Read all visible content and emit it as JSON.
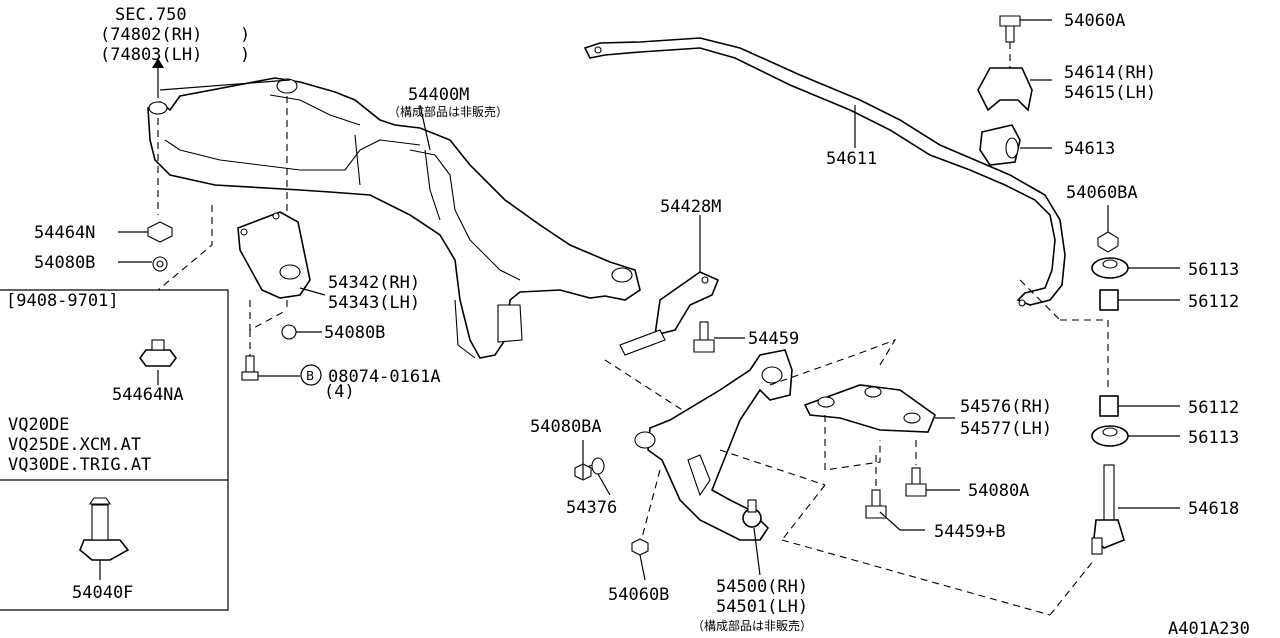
{
  "labels": {
    "sec750": "SEC.750",
    "sec750_rh": "(74802(RH)",
    "sec750_lh": "(74803(LH)",
    "p54400m": "54400M",
    "note_not_sold_1": "（構成部品は非販売）",
    "p54464n": "54464N",
    "p54080b_1": "54080B",
    "range": "[9408-9701]",
    "p54464na": "54464NA",
    "engines_1": "VQ20DE",
    "engines_2": "VQ25DE.XCM.AT",
    "engines_3": "VQ30DE.TRIG.AT",
    "p54040f": "54040F",
    "p54342": "54342(RH)",
    "p54343": "54343(LH)",
    "p54080b_2": "54080B",
    "bolt_circle": "B",
    "p08074": "08074-0161A",
    "p08074_qty": "(4)",
    "p54428m": "54428M",
    "p54459": "54459",
    "p54080ba": "54080BA",
    "p54376": "54376",
    "p54060b": "54060B",
    "p54500": "54500(RH)",
    "p54501": "54501(LH)",
    "note_not_sold_2": "（構成部品は非販売）",
    "p54611": "54611",
    "p54060a": "54060A",
    "p54614": "54614(RH)",
    "p54615": "54615(LH)",
    "p54613": "54613",
    "p54060ba": "54060BA",
    "p56113_1": "56113",
    "p56112_1": "56112",
    "p54576": "54576(RH)",
    "p54577": "54577(LH)",
    "p56112_2": "56112",
    "p56113_2": "56113",
    "p54080a": "54080A",
    "p54459b": "54459+B",
    "p54618": "54618",
    "ref_code": "A401A230"
  }
}
